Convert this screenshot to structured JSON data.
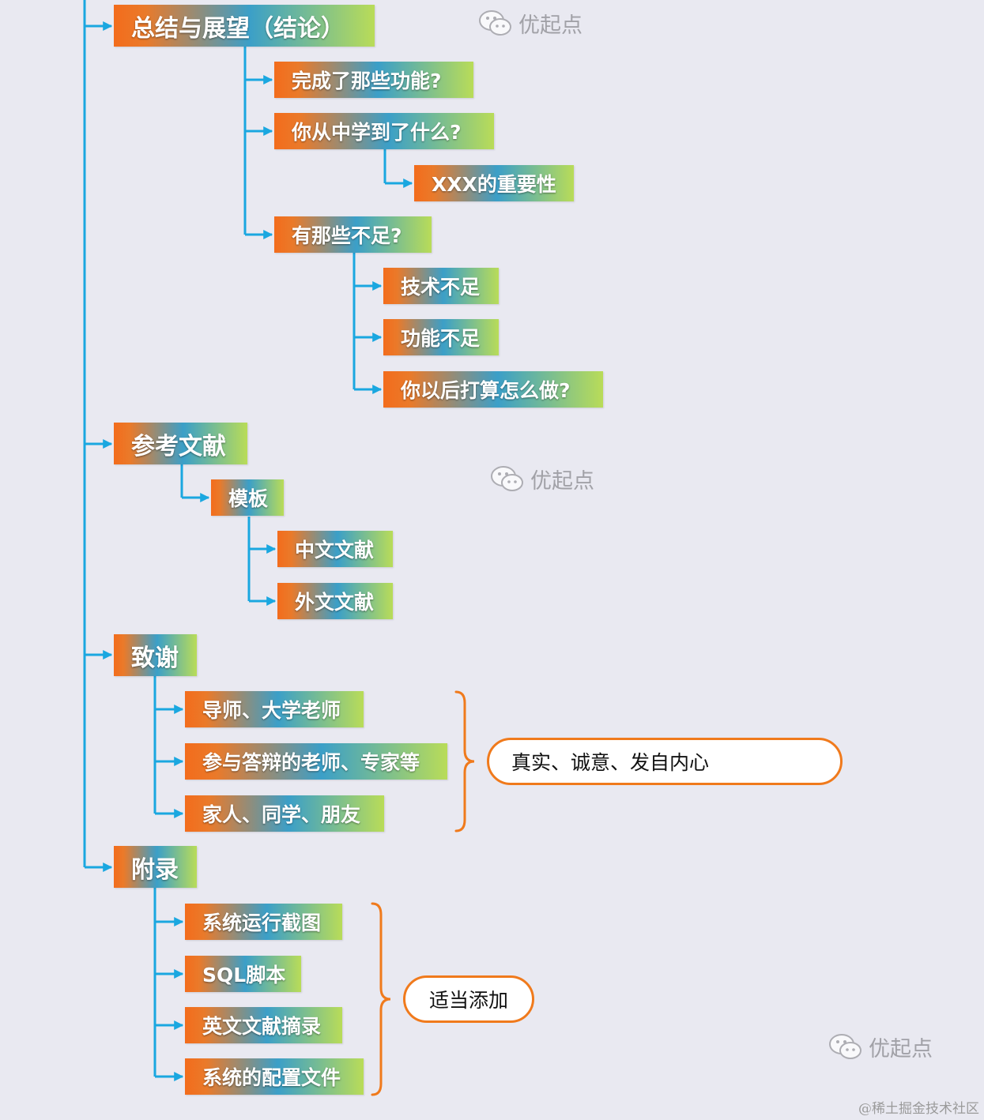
{
  "nodes": {
    "conclusion": "总结与展望（结论）",
    "features_done": "完成了那些功能?",
    "learned": "你从中学到了什么?",
    "importance": "XXX的重要性",
    "shortcomings": "有那些不足?",
    "tech_short": "技术不足",
    "func_short": "功能不足",
    "future_plan": "你以后打算怎么做?",
    "references": "参考文献",
    "template": "模板",
    "chinese_refs": "中文文献",
    "foreign_refs": "外文文献",
    "thanks": "致谢",
    "mentors": "导师、大学老师",
    "defense_panel": "参与答辩的老师、专家等",
    "family": "家人、同学、朋友",
    "appendix": "附录",
    "screenshots": "系统运行截图",
    "sql_script": "SQL脚本",
    "english_excerpt": "英文文献摘录",
    "config_files": "系统的配置文件"
  },
  "callouts": {
    "thanks_note": "真实、诚意、发自内心",
    "appendix_note": "适当添加"
  },
  "watermarks": [
    "优起点",
    "优起点",
    "优起点"
  ],
  "credit": "@稀土掘金技术社区",
  "colors": {
    "background": "#e9e9f1",
    "connector": "#1aa7e0",
    "brace": "#f07a1c",
    "gradient_start": "#f36c1c",
    "gradient_mid": "#3b9fc8",
    "gradient_end": "#b9dc58"
  },
  "icons": [
    "wechat-icon"
  ]
}
